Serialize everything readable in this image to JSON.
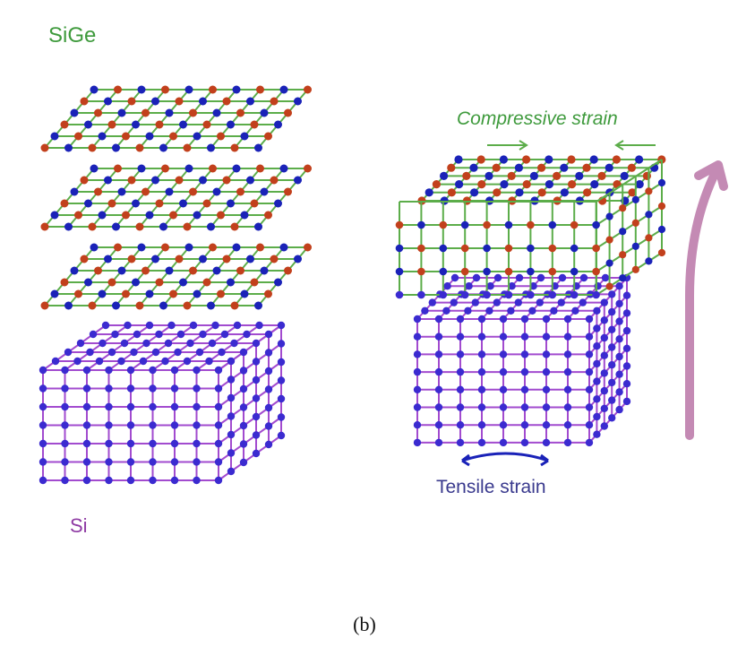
{
  "labels": {
    "sige": "SiGe",
    "si": "Si",
    "compressive": "Compressive strain",
    "tensile": "Tensile strain",
    "subfigure": "(b)"
  },
  "colors": {
    "green": "#5cad4a",
    "label_green": "#3e9a3c",
    "purple": "#a24bcf",
    "blue_atom": "#1a22b8",
    "red_atom": "#c2401c",
    "violet_atom": "#3b2bd0",
    "arrow_magenta": "#c48ab4",
    "label_purple": "#8e3aa3",
    "label_blue": "#3a3a8e"
  },
  "icons": {
    "sige_layers": "lattice-plane-icon",
    "si_substrate": "lattice-cube-icon",
    "strained_stack": "strained-lattice-icon",
    "growth_arrow": "curved-arrow-icon"
  }
}
